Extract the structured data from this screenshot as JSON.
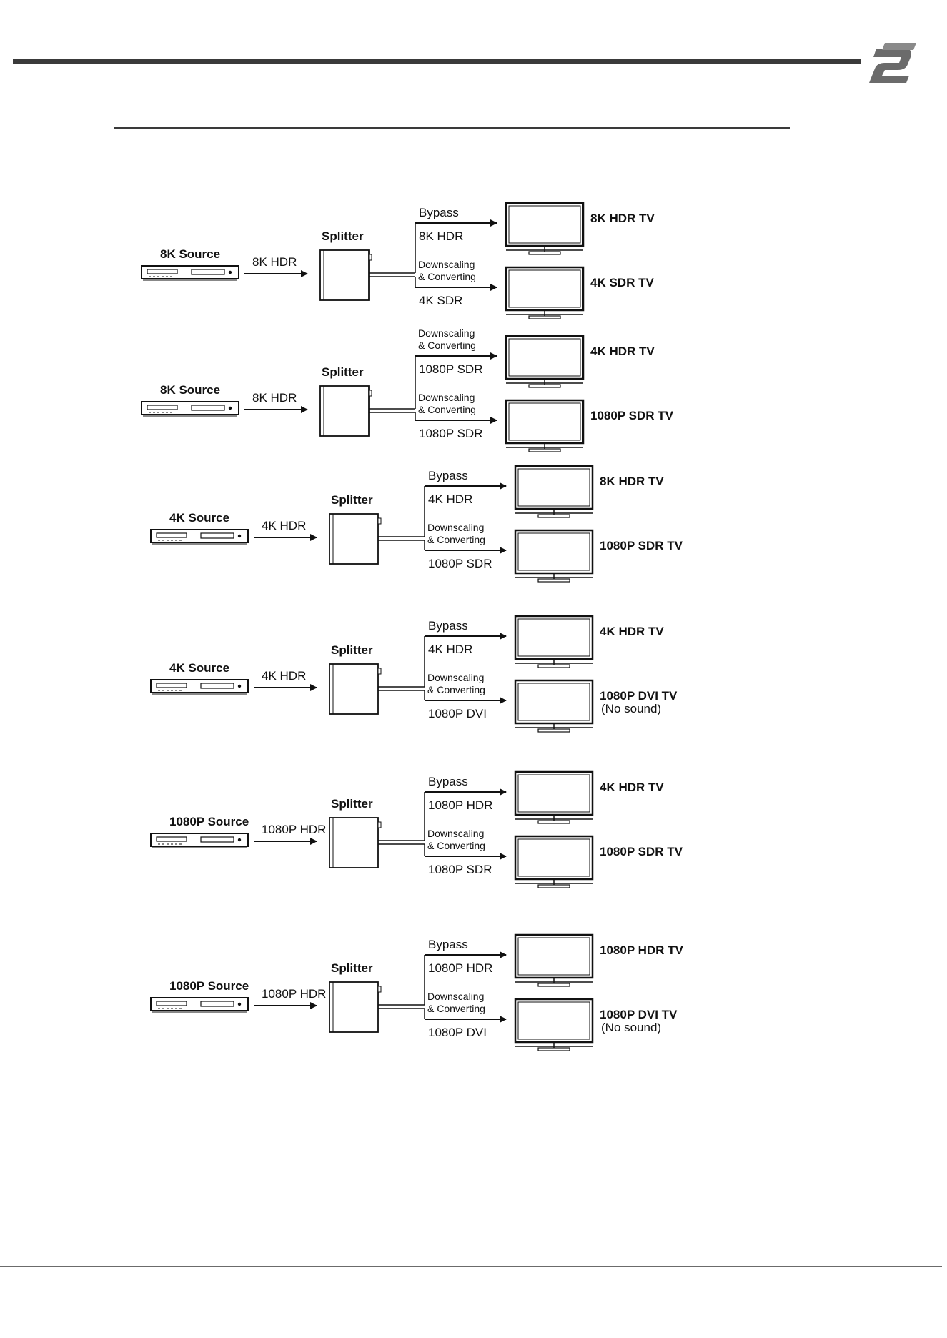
{
  "page": {
    "logo_icon": "brand-logo-icon",
    "line_color": "#3a3a3a"
  },
  "rows": [
    {
      "source": "8K Source",
      "input": "8K HDR",
      "splitter": "Splitter",
      "out1": {
        "mode": [
          "Bypass"
        ],
        "signal": "8K HDR",
        "tv": "8K HDR TV",
        "note": ""
      },
      "out2": {
        "mode": [
          "Downscaling",
          "& Converting"
        ],
        "signal": "4K SDR",
        "tv": "4K SDR TV",
        "note": ""
      }
    },
    {
      "source": "8K Source",
      "input": "8K HDR",
      "splitter": "Splitter",
      "out1": {
        "mode": [
          "Downscaling",
          "& Converting"
        ],
        "signal": "1080P SDR",
        "tv": "4K HDR TV",
        "note": ""
      },
      "out2": {
        "mode": [
          "Downscaling",
          "& Converting"
        ],
        "signal": "1080P SDR",
        "tv": "1080P SDR TV",
        "note": ""
      }
    },
    {
      "source": "4K Source",
      "input": "4K HDR",
      "splitter": "Splitter",
      "out1": {
        "mode": [
          "Bypass"
        ],
        "signal": "4K HDR",
        "tv": "8K HDR TV",
        "note": ""
      },
      "out2": {
        "mode": [
          "Downscaling",
          "& Converting"
        ],
        "signal": "1080P SDR",
        "tv": "1080P SDR TV",
        "note": ""
      }
    },
    {
      "source": "4K Source",
      "input": "4K HDR",
      "splitter": "Splitter",
      "out1": {
        "mode": [
          "Bypass"
        ],
        "signal": "4K HDR",
        "tv": "4K HDR TV",
        "note": ""
      },
      "out2": {
        "mode": [
          "Downscaling",
          "& Converting"
        ],
        "signal": "1080P DVI",
        "tv": "1080P DVI TV",
        "note": "(No sound)"
      }
    },
    {
      "source": "1080P Source",
      "input": "1080P HDR",
      "splitter": "Splitter",
      "out1": {
        "mode": [
          "Bypass"
        ],
        "signal": "1080P HDR",
        "tv": "4K HDR TV",
        "note": ""
      },
      "out2": {
        "mode": [
          "Downscaling",
          "& Converting"
        ],
        "signal": "1080P SDR",
        "tv": "1080P SDR TV",
        "note": ""
      }
    },
    {
      "source": "1080P Source",
      "input": "1080P HDR",
      "splitter": "Splitter",
      "out1": {
        "mode": [
          "Bypass"
        ],
        "signal": "1080P HDR",
        "tv": "1080P HDR TV",
        "note": ""
      },
      "out2": {
        "mode": [
          "Downscaling",
          "& Converting"
        ],
        "signal": "1080P DVI",
        "tv": "1080P DVI TV",
        "note": "(No sound)"
      }
    }
  ]
}
